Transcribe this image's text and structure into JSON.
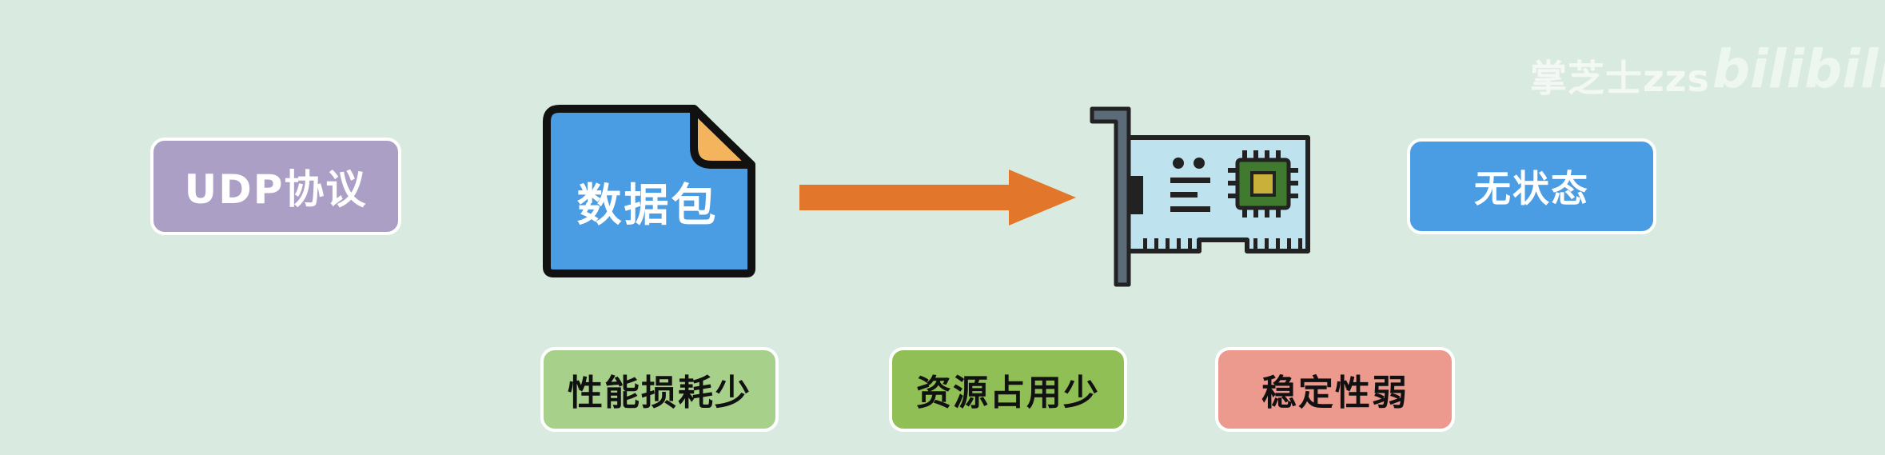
{
  "labels": {
    "protocol": "UDP协议",
    "packet": "数据包",
    "stateless": "无状态",
    "performance": "性能损耗少",
    "resources": "资源占用少",
    "stability": "稳定性弱"
  },
  "watermark": {
    "text": "掌芝士zzs",
    "logo": "bilibili"
  },
  "icons": {
    "document": "document-icon",
    "arrow": "arrow-right-icon",
    "network_card": "network-card-icon"
  },
  "colors": {
    "background": "#d9ebe0",
    "protocol": "#ab9fc6",
    "packet": "#4b9de3",
    "stateless": "#4b9de3",
    "performance": "#a7d08a",
    "resources": "#8fbf55",
    "stability": "#ec998e",
    "arrow": "#e2772b",
    "card_board": "#bfe3ee"
  }
}
